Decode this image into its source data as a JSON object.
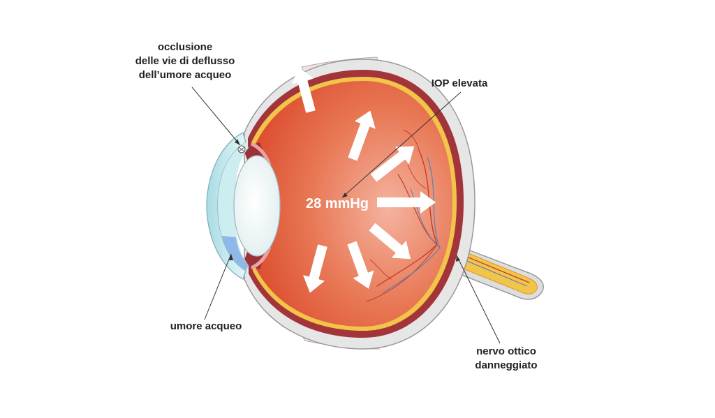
{
  "labels": {
    "occlusion": [
      "occlusione",
      "delle vie di deflusso",
      "dell’umore acqueo"
    ],
    "iop": "IOP elevata",
    "pressure": "28 mmHg",
    "aqueous_humor": "umore acqueo",
    "optic_nerve": [
      "nervo ottico",
      "danneggiato"
    ]
  },
  "colors": {
    "vitreous": "#e2583a",
    "vitreous_light": "#f5b39f",
    "sclera": "#e6e6e6",
    "choroid": "#a2343a",
    "retina": "#f2c44a",
    "cornea": "#bfe6ea",
    "aqueous": "#8fb8e6",
    "lens": "#ffffff",
    "nerve": "#f2c44a",
    "vessels": "#c43c28",
    "veins": "#5b7fb8",
    "arrows": "#ffffff",
    "text": "#222222"
  }
}
